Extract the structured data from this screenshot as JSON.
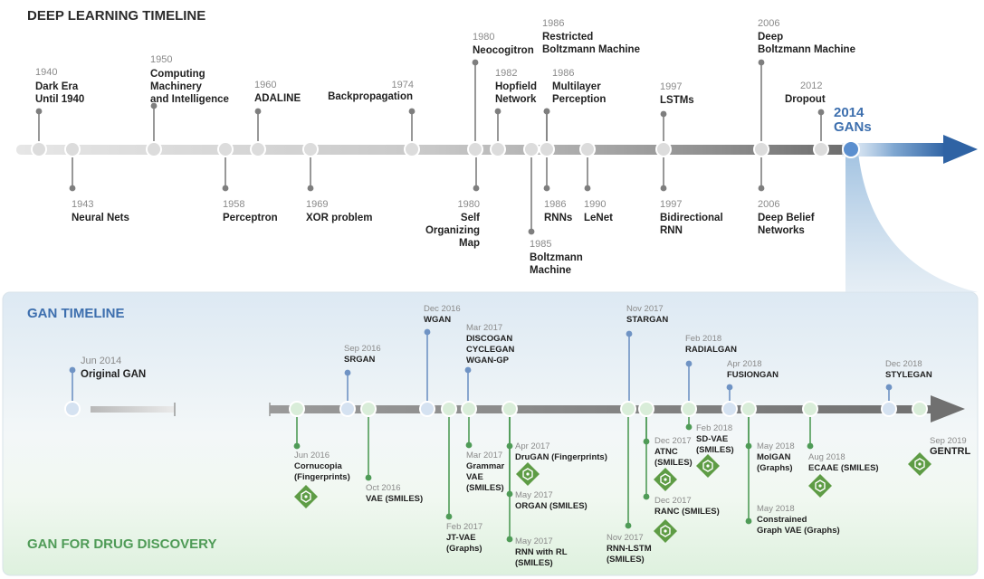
{
  "titles": {
    "dl": "DEEP LEARNING TIMELINE",
    "gan": "GAN TIMELINE",
    "drug": "GAN FOR DRUG DISCOVERY",
    "gans_year": "2014",
    "gans_label": "GANs"
  },
  "colors": {
    "dl_accent": "#3d6fae",
    "drug_green": "#4f9b57",
    "diamond_green": "#5e9c45",
    "gan_blue": "#6f93c4",
    "axis_gray": "#888888"
  },
  "dl_top": [
    {
      "year": "1940",
      "label": "Dark Era\nUntil 1940"
    },
    {
      "year": "1950",
      "label": "Computing\nMachinery\nand Intelligence"
    },
    {
      "year": "1960",
      "label": "ADALINE"
    },
    {
      "year": "1974",
      "label": "Backpropagation"
    },
    {
      "year": "1980",
      "label": "Neocogitron"
    },
    {
      "year": "1982",
      "label": "Hopfield\nNetwork"
    },
    {
      "year": "1986",
      "label": "Restricted\nBoltzmann Machine"
    },
    {
      "year": "1986",
      "label": "Multilayer\nPerception"
    },
    {
      "year": "1997",
      "label": "LSTMs"
    },
    {
      "year": "2006",
      "label": "Deep\nBoltzmann Machine"
    },
    {
      "year": "2012",
      "label": "Dropout"
    }
  ],
  "dl_bottom": [
    {
      "year": "1943",
      "label": "Neural Nets"
    },
    {
      "year": "1958",
      "label": "Perceptron"
    },
    {
      "year": "1969",
      "label": "XOR problem"
    },
    {
      "year": "1980",
      "label": "Self\nOrganizing\nMap"
    },
    {
      "year": "1985",
      "label": "Boltzmann\nMachine"
    },
    {
      "year": "1986",
      "label": "RNNs"
    },
    {
      "year": "1990",
      "label": "LeNet"
    },
    {
      "year": "1997",
      "label": "Bidirectional\nRNN"
    },
    {
      "year": "2006",
      "label": "Deep Belief\nNetworks"
    }
  ],
  "gan_top": [
    {
      "date": "Jun 2014",
      "label": "Original GAN"
    },
    {
      "date": "Sep 2016",
      "label": "SRGAN"
    },
    {
      "date": "Dec 2016",
      "label": "WGAN"
    },
    {
      "date": "Mar 2017",
      "label": "DISCOGAN\nCYCLEGAN\nWGAN-GP"
    },
    {
      "date": "Nov 2017",
      "label": "STARGAN"
    },
    {
      "date": "Feb 2018",
      "label": "RADIALGAN"
    },
    {
      "date": "Apr 2018",
      "label": "FUSIONGAN"
    },
    {
      "date": "Dec 2018",
      "label": "STYLEGAN"
    }
  ],
  "drug": [
    {
      "date": "Jun 2016",
      "label": "Cornucopia\n(Fingerprints)"
    },
    {
      "date": "Oct 2016",
      "label": "VAE (SMILES)"
    },
    {
      "date": "Feb 2017",
      "label": "JT-VAE\n(Graphs)"
    },
    {
      "date": "Mar 2017",
      "label": "Grammar\nVAE\n(SMILES)"
    },
    {
      "date": "Apr 2017",
      "label": "DruGAN (Fingerprints)"
    },
    {
      "date": "May 2017",
      "label": "ORGAN (SMILES)"
    },
    {
      "date": "May 2017",
      "label": "RNN with RL\n(SMILES)"
    },
    {
      "date": "Nov 2017",
      "label": "RNN-LSTM\n(SMILES)"
    },
    {
      "date": "Dec 2017",
      "label": "ATNC\n(SMILES)"
    },
    {
      "date": "Dec 2017",
      "label": "RANC (SMILES)"
    },
    {
      "date": "Feb 2018",
      "label": "SD-VAE\n(SMILES)"
    },
    {
      "date": "May 2018",
      "label": "MolGAN\n(Graphs)"
    },
    {
      "date": "May 2018",
      "label": "Constrained\nGraph VAE (Graphs)"
    },
    {
      "date": "Aug 2018",
      "label": "ECAAE (SMILES)"
    },
    {
      "date": "Sep 2019",
      "label": "GENTRL"
    }
  ]
}
